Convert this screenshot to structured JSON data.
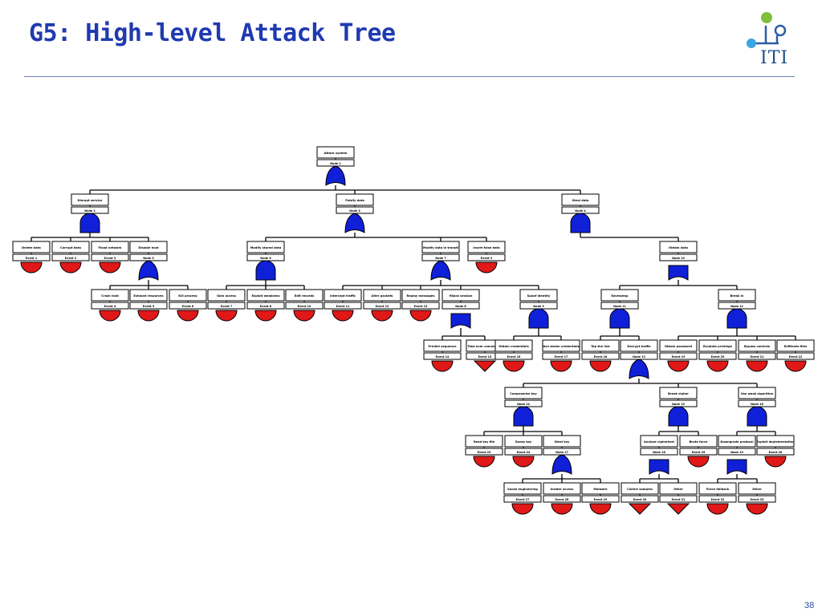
{
  "slide": {
    "title": "G5: High-level Attack Tree",
    "logo_text": "ITI",
    "page_number": "38"
  },
  "colors": {
    "title": "#1f3ab0",
    "or_gate": "#1020d8",
    "basic_event": "#e01818",
    "line": "#000000"
  },
  "diagram": {
    "nodes": [
      {
        "id": "root",
        "desc": "Attack system",
        "label": "Node 1",
        "kind": "or",
        "parent": null
      },
      {
        "id": "g2",
        "desc": "Disrupt service",
        "label": "Node 2",
        "kind": "and",
        "parent": "root"
      },
      {
        "id": "g3",
        "desc": "Falsify data",
        "label": "Node 3",
        "kind": "or",
        "parent": "root"
      },
      {
        "id": "g4",
        "desc": "Steal data",
        "label": "Node 4",
        "kind": "and",
        "parent": "root"
      },
      {
        "id": "e1",
        "desc": "Delete data",
        "label": "Event 1",
        "kind": "circle",
        "parent": "g2"
      },
      {
        "id": "e2",
        "desc": "Corrupt data",
        "label": "Event 2",
        "kind": "circle",
        "parent": "g2"
      },
      {
        "id": "e3",
        "desc": "Flood network",
        "label": "Event 3",
        "kind": "circle",
        "parent": "g2"
      },
      {
        "id": "g5",
        "desc": "Disable host",
        "label": "Node 5",
        "kind": "or",
        "parent": "g2"
      },
      {
        "id": "g6",
        "desc": "Modify stored data",
        "label": "Node 6",
        "kind": "and",
        "parent": "g3"
      },
      {
        "id": "g7",
        "desc": "Modify data in transit",
        "label": "Node 7",
        "kind": "or",
        "parent": "g3"
      },
      {
        "id": "e9",
        "desc": "Insert false data",
        "label": "Event 9",
        "kind": "circle",
        "parent": "g3"
      },
      {
        "id": "g10",
        "desc": "Obtain data",
        "label": "Node 10",
        "kind": "inh",
        "parent": "g4"
      },
      {
        "id": "e4",
        "desc": "Crash host",
        "label": "Event 4",
        "kind": "circle",
        "parent": "g5"
      },
      {
        "id": "e5",
        "desc": "Exhaust resources",
        "label": "Event 5",
        "kind": "circle",
        "parent": "g5"
      },
      {
        "id": "e6",
        "desc": "Kill process",
        "label": "Event 6",
        "kind": "circle",
        "parent": "g5"
      },
      {
        "id": "e7",
        "desc": "Gain access",
        "label": "Event 7",
        "kind": "circle",
        "parent": "g6"
      },
      {
        "id": "e8",
        "desc": "Exploit weakness",
        "label": "Event 8",
        "kind": "circle",
        "parent": "g6"
      },
      {
        "id": "e10",
        "desc": "Edit records",
        "label": "Event 10",
        "kind": "circle",
        "parent": "g6"
      },
      {
        "id": "e11",
        "desc": "Intercept traffic",
        "label": "Event 11",
        "kind": "circle",
        "parent": "g7"
      },
      {
        "id": "e12",
        "desc": "Alter packets",
        "label": "Event 12",
        "kind": "circle",
        "parent": "g7"
      },
      {
        "id": "e13",
        "desc": "Replay messages",
        "label": "Event 13",
        "kind": "circle",
        "parent": "g7"
      },
      {
        "id": "g8",
        "desc": "Hijack session",
        "label": "Node 8",
        "kind": "inh",
        "parent": "g7"
      },
      {
        "id": "g9",
        "desc": "Spoof identity",
        "label": "Node 9",
        "kind": "and",
        "parent": "g7"
      },
      {
        "id": "g11",
        "desc": "Eavesdrop",
        "label": "Node 11",
        "kind": "and",
        "parent": "g10"
      },
      {
        "id": "g12",
        "desc": "Break in",
        "label": "Node 12",
        "kind": "and",
        "parent": "g10"
      },
      {
        "id": "e14",
        "desc": "Predict sequence",
        "label": "Event 14",
        "kind": "circle",
        "parent": "g8"
      },
      {
        "id": "d1",
        "desc": "Take over connection",
        "label": "Event 15",
        "kind": "diamond",
        "parent": "g8"
      },
      {
        "id": "e16",
        "desc": "Obtain credentials",
        "label": "Event 16",
        "kind": "circle",
        "parent": "g9"
      },
      {
        "id": "e17",
        "desc": "Use stolen credentials",
        "label": "Event 17",
        "kind": "circle",
        "parent": "g9"
      },
      {
        "id": "e18",
        "desc": "Tap the link",
        "label": "Event 18",
        "kind": "circle",
        "parent": "g11"
      },
      {
        "id": "g13",
        "desc": "Decrypt traffic",
        "label": "Node 13",
        "kind": "or",
        "parent": "g11"
      },
      {
        "id": "e19",
        "desc": "Obtain password",
        "label": "Event 19",
        "kind": "circle",
        "parent": "g12"
      },
      {
        "id": "e20",
        "desc": "Escalate privilege",
        "label": "Event 20",
        "kind": "circle",
        "parent": "g12"
      },
      {
        "id": "e21",
        "desc": "Bypass controls",
        "label": "Event 21",
        "kind": "circle",
        "parent": "g12"
      },
      {
        "id": "e22",
        "desc": "Exfiltrate files",
        "label": "Event 22",
        "kind": "circle",
        "parent": "g12"
      },
      {
        "id": "g14",
        "desc": "Compromise key",
        "label": "Node 14",
        "kind": "and",
        "parent": "g13"
      },
      {
        "id": "g15",
        "desc": "Break cipher",
        "label": "Node 15",
        "kind": "and",
        "parent": "g13"
      },
      {
        "id": "g16",
        "desc": "Use weak algorithm",
        "label": "Node 16",
        "kind": "and",
        "parent": "g13"
      },
      {
        "id": "e23",
        "desc": "Read key file",
        "label": "Event 23",
        "kind": "circle",
        "parent": "g14"
      },
      {
        "id": "e24",
        "desc": "Guess key",
        "label": "Event 24",
        "kind": "circle",
        "parent": "g14"
      },
      {
        "id": "g17",
        "desc": "Steal key",
        "label": "Node 17",
        "kind": "or",
        "parent": "g14"
      },
      {
        "id": "g18",
        "desc": "Analyze ciphertext",
        "label": "Node 18",
        "kind": "inh",
        "parent": "g15"
      },
      {
        "id": "e25",
        "desc": "Brute force",
        "label": "Event 25",
        "kind": "circle",
        "parent": "g15"
      },
      {
        "id": "g19",
        "desc": "Downgrade protocol",
        "label": "Node 19",
        "kind": "inh",
        "parent": "g16"
      },
      {
        "id": "e26",
        "desc": "Exploit implementation",
        "label": "Event 26",
        "kind": "circle",
        "parent": "g16"
      },
      {
        "id": "e27",
        "desc": "Social engineering",
        "label": "Event 27",
        "kind": "circle",
        "parent": "g17"
      },
      {
        "id": "e28",
        "desc": "Insider access",
        "label": "Event 28",
        "kind": "circle",
        "parent": "g17"
      },
      {
        "id": "e29",
        "desc": "Malware",
        "label": "Event 29",
        "kind": "circle",
        "parent": "g17"
      },
      {
        "id": "d2",
        "desc": "Collect samples",
        "label": "Event 30",
        "kind": "diamond",
        "parent": "g18"
      },
      {
        "id": "d3",
        "desc": "Other",
        "label": "Event 31",
        "kind": "diamond",
        "parent": "g18"
      },
      {
        "id": "d4",
        "desc": "Force fallback",
        "label": "Event 32",
        "kind": "circle",
        "parent": "g19"
      },
      {
        "id": "d5",
        "desc": "Other",
        "label": "Event 33",
        "kind": "circle",
        "parent": "g19"
      }
    ]
  }
}
